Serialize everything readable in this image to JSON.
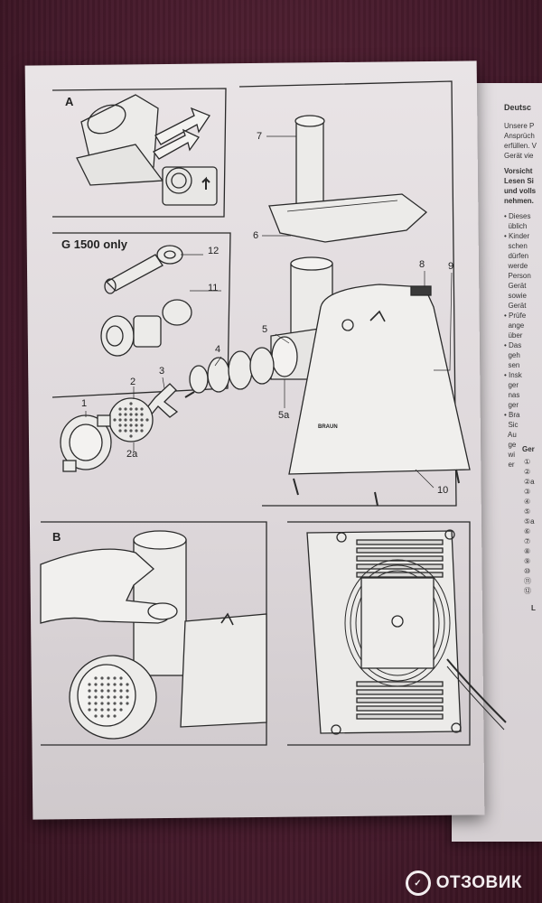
{
  "panels": {
    "a_label": "A",
    "g_label": "G 1500 only",
    "b_label": "B"
  },
  "callouts": {
    "n1": "1",
    "n2": "2",
    "n2a": "2a",
    "n3": "3",
    "n4": "4",
    "n5": "5",
    "n5a": "5a",
    "n6": "6",
    "n7": "7",
    "n8": "8",
    "n9": "9",
    "n10": "10",
    "n11": "11",
    "n12": "12"
  },
  "brand": "BRAUN",
  "side_text": {
    "heading": "Deutsc",
    "lines": [
      "Unsere P",
      "Ansprüch",
      "erfüllen. V",
      "Gerät vie"
    ],
    "warning": [
      "Vorsicht",
      "Lesen Si",
      "und volls",
      "nehmen."
    ],
    "bullets": [
      "• Dieses",
      "  üblich",
      "• Kinder",
      "  schen",
      "  dürfen",
      "  werde",
      "  Person",
      "  Gerät",
      "  sowie",
      "  Gerät",
      "• Prüfe",
      "  ange",
      "  über",
      "• Das",
      "  geh",
      "  sen",
      "• Insk",
      "  ger",
      "  nas",
      "  ger",
      "• Bra",
      "  Sic",
      "  Au",
      "  ge",
      "  wi",
      "  er"
    ],
    "parts_heading": "Ger",
    "parts": [
      "①",
      "②",
      "②a",
      "③",
      "④",
      "⑤",
      "⑤a",
      "⑥",
      "⑦",
      "⑧",
      "⑨",
      "⑩",
      "⑪",
      "⑫"
    ],
    "tail": "L"
  },
  "watermark": "ОТЗОВИК",
  "colors": {
    "paper": "#e6e1e3",
    "line": "#2a2a2a",
    "background": "#4a1f2e"
  }
}
